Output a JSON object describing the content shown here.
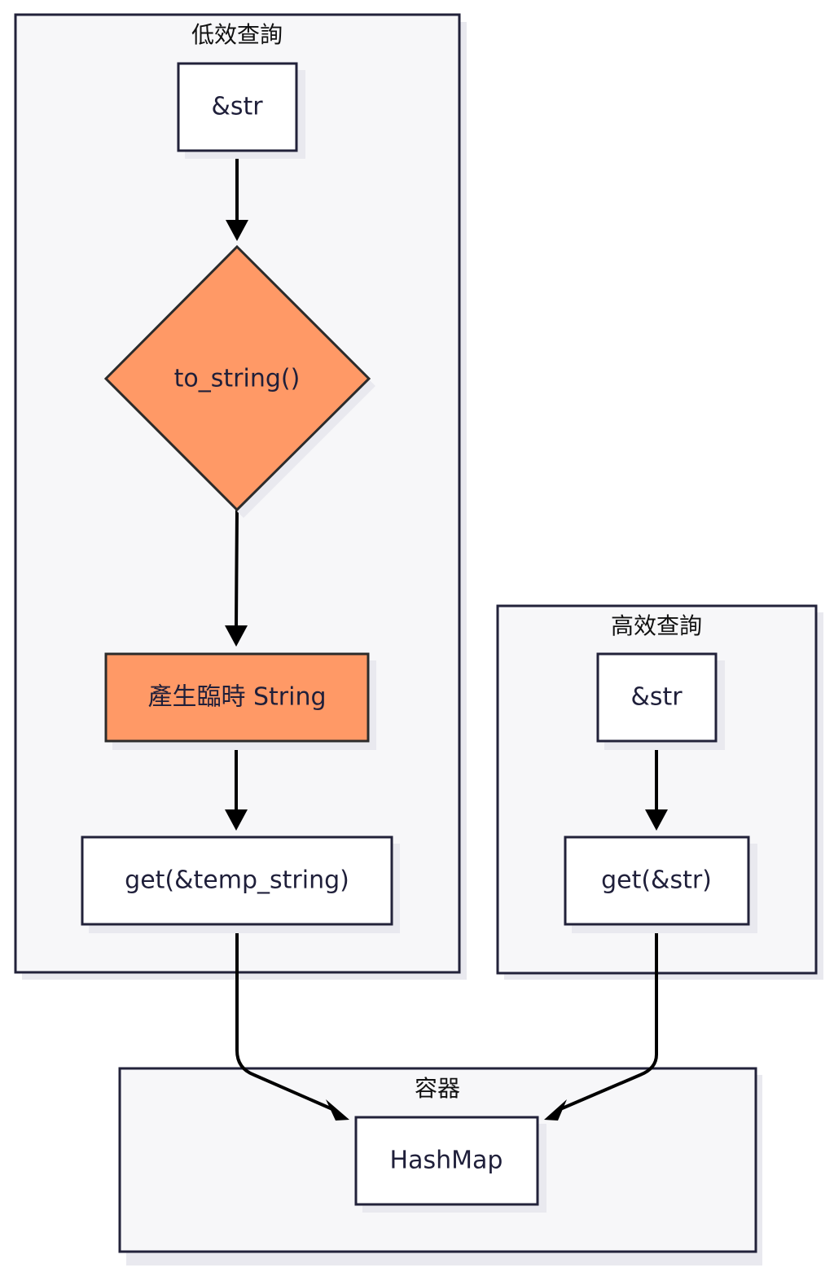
{
  "clusters": {
    "inefficient": {
      "title": "低效查詢"
    },
    "efficient": {
      "title": "高效查詢"
    },
    "container": {
      "title": "容器"
    }
  },
  "nodes": {
    "slow_input": "&str",
    "to_string": "to_string()",
    "temp_string": "產生臨時 String",
    "get_temp": "get(&temp_string)",
    "fast_input": "&str",
    "get_str": "get(&str)",
    "hashmap": "HashMap"
  },
  "colors": {
    "highlight": "#ff9966",
    "cluster_fill": "#f7f7f9",
    "border": "#22223a"
  }
}
